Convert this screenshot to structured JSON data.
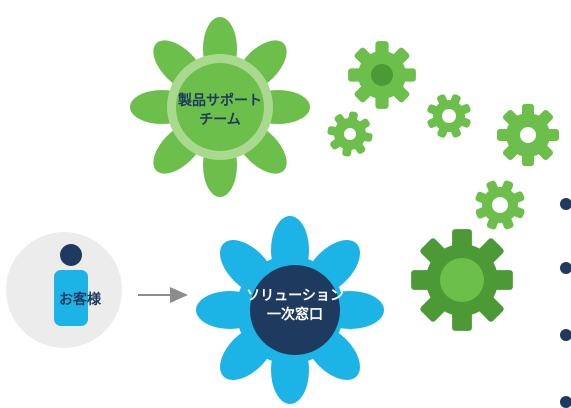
{
  "team": {
    "line1": "製品サポート",
    "line2": "チーム"
  },
  "customer": {
    "label": "お客様"
  },
  "solution": {
    "line1": "ソリューション",
    "line2": "一次窓口"
  },
  "colors": {
    "green": "#6cbf4a",
    "dark_green": "#4b9a35",
    "pale_green": "#a9d98f",
    "blue": "#1cb3e6",
    "navy": "#1f3a5f",
    "gray_circle": "#ececec",
    "arrow": "#8c8c8c"
  }
}
